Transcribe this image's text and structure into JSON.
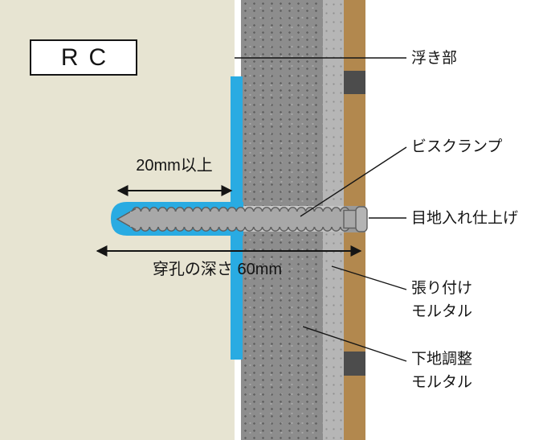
{
  "materials": {
    "rc": "RC"
  },
  "dimensions": {
    "embed_depth": "20mm以上",
    "drill_depth": "穿孔の深さ 60mm"
  },
  "callouts": {
    "floating_part": "浮き部",
    "screw_clamp": "ビスクランプ",
    "joint_finish": "目地入れ仕上げ",
    "attach_mortar": "張り付け\nモルタル",
    "base_mortar": "下地調整\nモルタル"
  },
  "colors": {
    "accent_cyan": "#29abe2",
    "rc_beige": "#e7e4d2",
    "mortar_dark": "#8d8d8d",
    "mortar_light": "#b6b6b6",
    "tile_brown": "#b2884e",
    "joint_dark": "#4c4c4c",
    "screw_gray": "#a8a8a8",
    "screw_outline": "#5f5f5f",
    "line_black": "#151515"
  }
}
